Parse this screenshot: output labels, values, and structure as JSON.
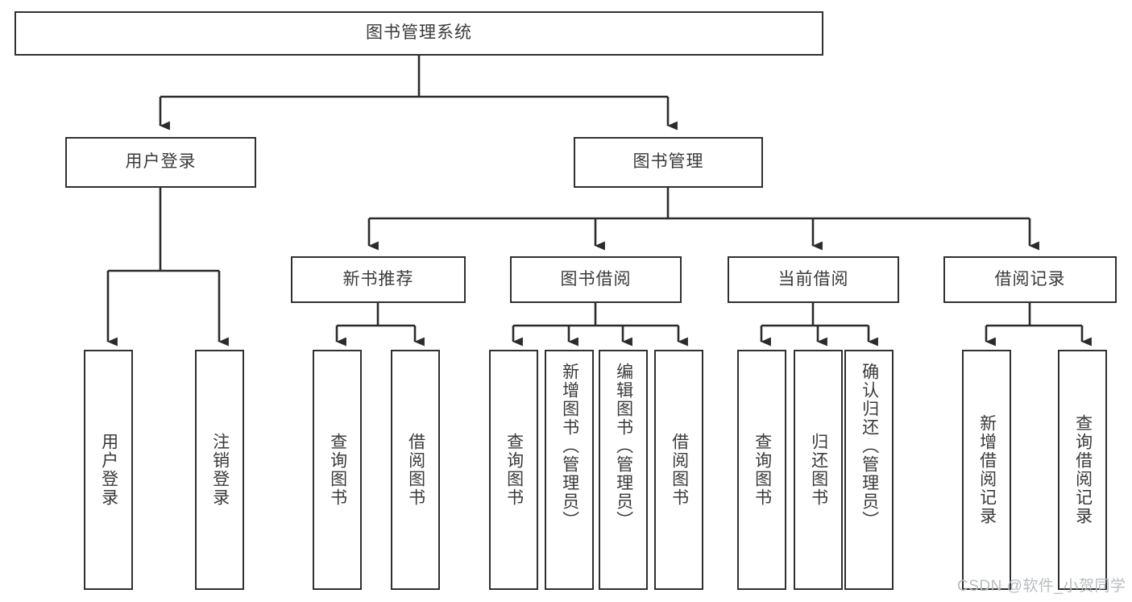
{
  "diagram": {
    "type": "tree",
    "title": "图书管理系统",
    "nodes": {
      "root": {
        "label": "图书管理系统"
      },
      "level2": [
        {
          "id": "user-login",
          "label": "用户登录"
        },
        {
          "id": "book-manage",
          "label": "图书管理"
        }
      ],
      "level3": [
        {
          "id": "new-book-recommend",
          "label": "新书推荐"
        },
        {
          "id": "book-borrow",
          "label": "图书借阅"
        },
        {
          "id": "current-borrow",
          "label": "当前借阅"
        },
        {
          "id": "borrow-record",
          "label": "借阅记录"
        }
      ],
      "leaves": {
        "user_login": [
          {
            "id": "leaf-user-login",
            "label": "用户登录"
          },
          {
            "id": "leaf-logout-login",
            "label": "注销登录"
          }
        ],
        "new_book_recommend": [
          {
            "id": "leaf-query-book-1",
            "label": "查询图书"
          },
          {
            "id": "leaf-borrow-book-1",
            "label": "借阅图书"
          }
        ],
        "book_borrow": [
          {
            "id": "leaf-query-book-2",
            "label": "查询图书"
          },
          {
            "id": "leaf-add-book",
            "label": "新增图书（管理员）"
          },
          {
            "id": "leaf-edit-book",
            "label": "编辑图书（管理员）"
          },
          {
            "id": "leaf-borrow-book-2",
            "label": "借阅图书"
          }
        ],
        "current_borrow": [
          {
            "id": "leaf-query-book-3",
            "label": "查询图书"
          },
          {
            "id": "leaf-return-book",
            "label": "归还图书"
          },
          {
            "id": "leaf-confirm-return",
            "label": "确认归还（管理员）"
          }
        ],
        "borrow_record": [
          {
            "id": "leaf-add-record",
            "label": "新增借阅记录"
          },
          {
            "id": "leaf-query-record",
            "label": "查询借阅记录"
          }
        ]
      }
    },
    "colors": {
      "border": "#31302f",
      "text": "#3a3a3a",
      "background": "#ffffff",
      "edge": "#2b2b2b",
      "watermark": "#b9bcc0"
    }
  },
  "watermark": {
    "text": "CSDN @软件_小贺同学"
  }
}
